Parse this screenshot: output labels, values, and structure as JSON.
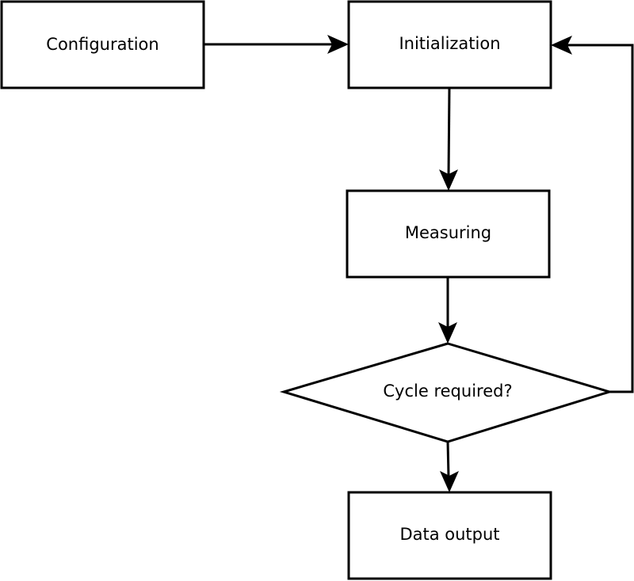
{
  "diagram": {
    "type": "flowchart",
    "colors": {
      "stroke": "#000000",
      "fill": "#ffffff",
      "text": "#000000"
    },
    "nodes": {
      "configuration": {
        "shape": "rectangle",
        "label": "Configuration"
      },
      "initialization": {
        "shape": "rectangle",
        "label": "Initialization"
      },
      "measuring": {
        "shape": "rectangle",
        "label": "Measuring"
      },
      "cycle_decision": {
        "shape": "diamond",
        "label": "Cycle required?"
      },
      "data_output": {
        "shape": "rectangle",
        "label": "Data output"
      }
    },
    "edges": [
      {
        "from": "configuration",
        "to": "initialization"
      },
      {
        "from": "initialization",
        "to": "measuring"
      },
      {
        "from": "measuring",
        "to": "cycle_decision"
      },
      {
        "from": "cycle_decision",
        "to": "initialization"
      },
      {
        "from": "cycle_decision",
        "to": "data_output"
      }
    ]
  }
}
